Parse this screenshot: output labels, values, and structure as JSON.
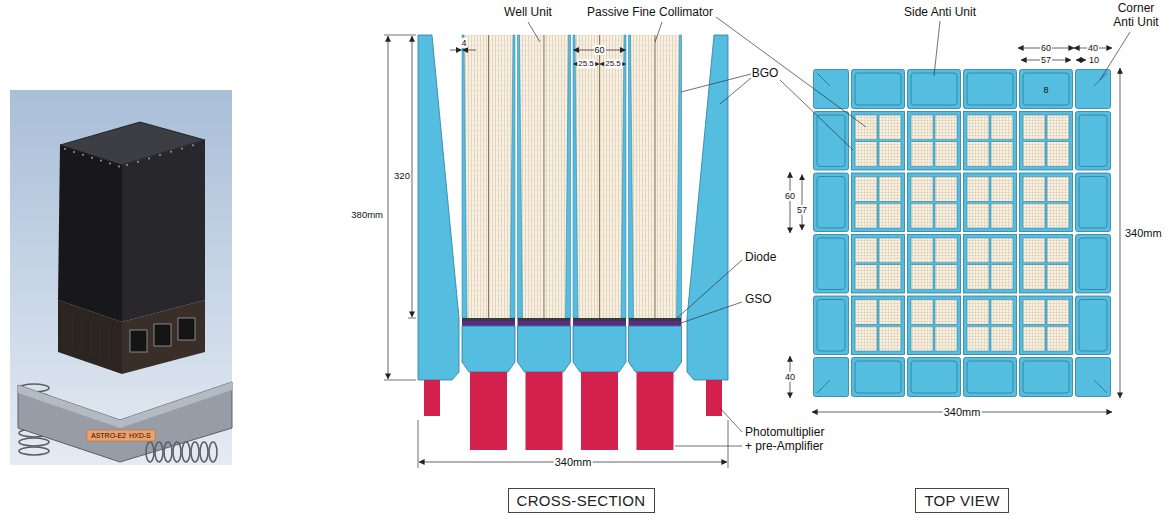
{
  "diagram": {
    "nodes": [
      {
        "text": [
          "CROSS-SECTION"
        ]
      },
      {
        "text": [
          "TOP VIEW"
        ]
      }
    ],
    "labels": [
      "Well Unit",
      "Passive Fine Collimator",
      "BGO",
      "Side Anti Unit",
      "Corner Anti Unit",
      "4",
      "60",
      "25.5",
      "25.5",
      "320",
      "380mm",
      "Diode",
      "GSO",
      "Photomultiplier + pre-Amplifier",
      "340mm",
      "60",
      "57",
      "8",
      "40",
      "10",
      "60",
      "57",
      "40",
      "340mm",
      "340mm",
      "ASTRO-E2",
      "HXD-S"
    ]
  }
}
